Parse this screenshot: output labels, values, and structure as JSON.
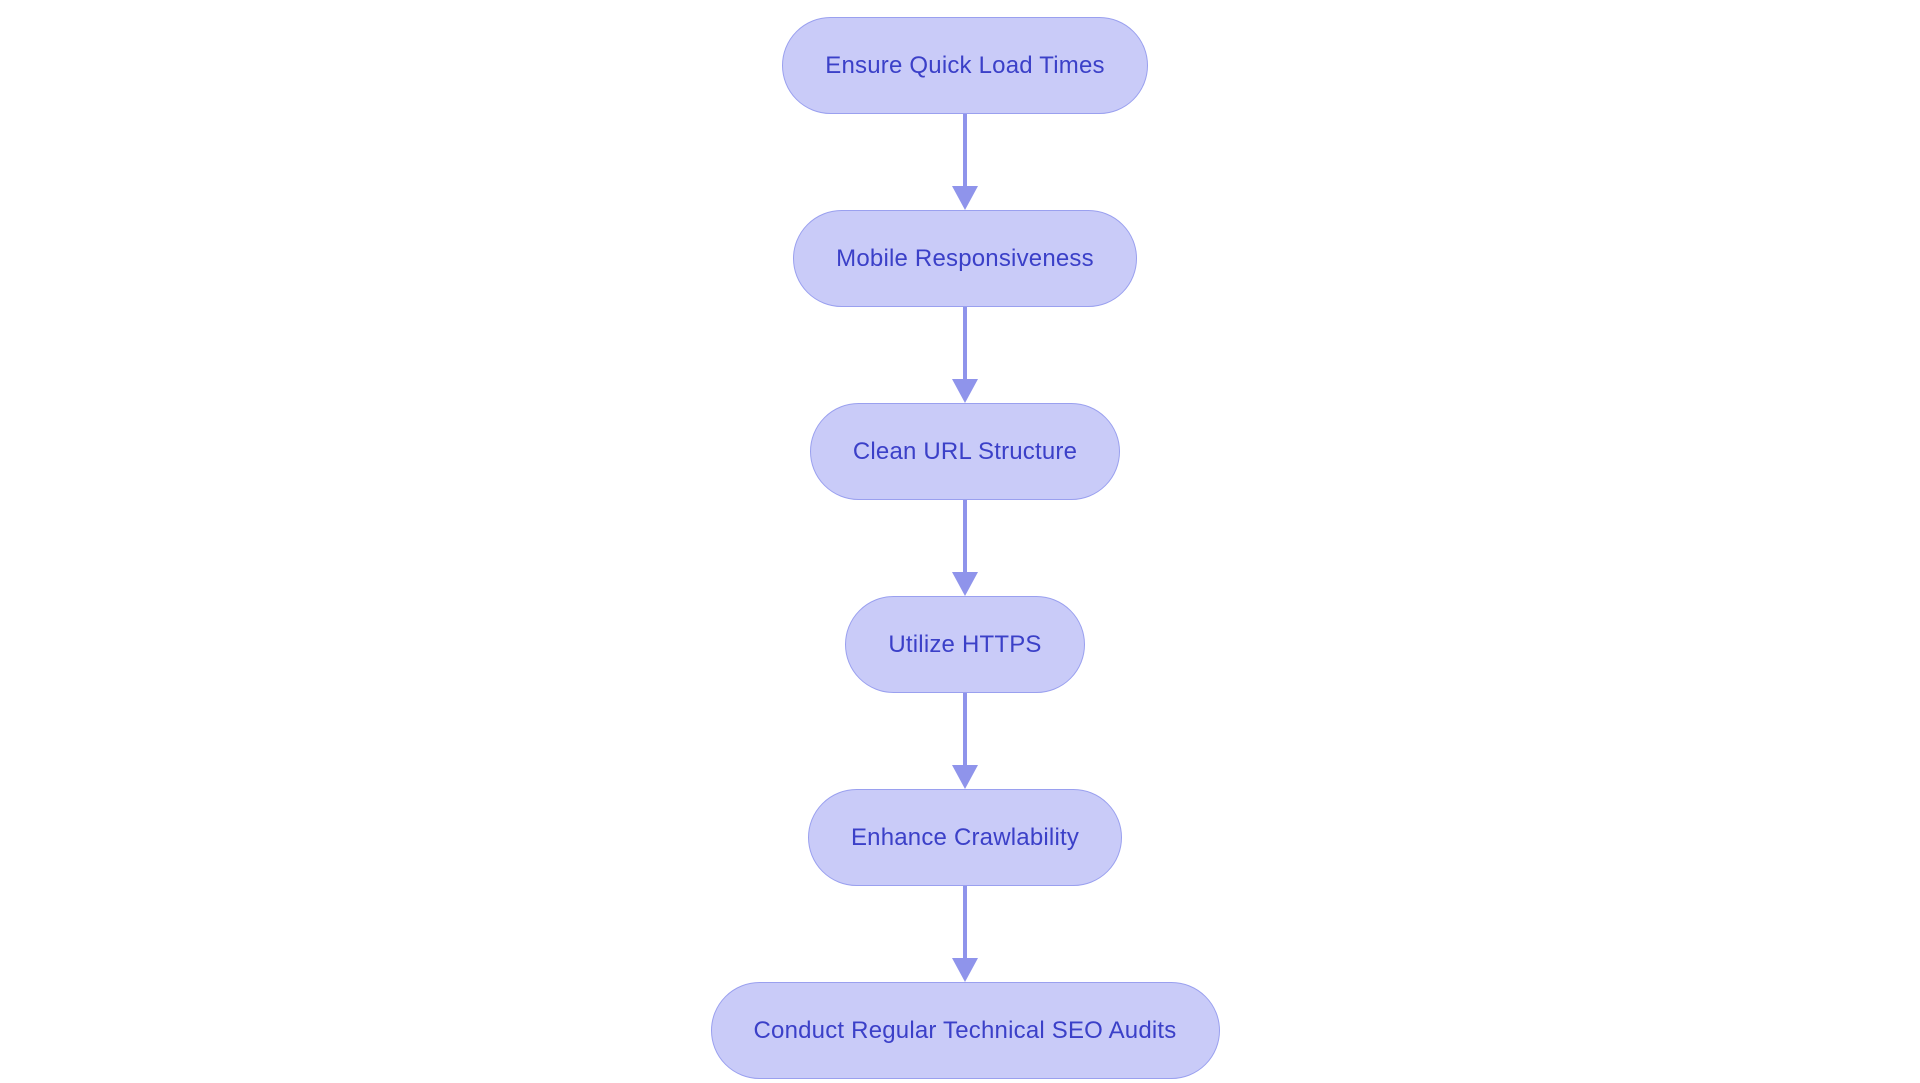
{
  "diagram": {
    "type": "flowchart",
    "direction": "top-down",
    "nodes": [
      {
        "id": "n1",
        "label": "Ensure Quick Load Times"
      },
      {
        "id": "n2",
        "label": "Mobile Responsiveness"
      },
      {
        "id": "n3",
        "label": "Clean URL Structure"
      },
      {
        "id": "n4",
        "label": "Utilize HTTPS"
      },
      {
        "id": "n5",
        "label": "Enhance Crawlability"
      },
      {
        "id": "n6",
        "label": "Conduct Regular Technical SEO Audits"
      }
    ],
    "edges": [
      {
        "from": "n1",
        "to": "n2"
      },
      {
        "from": "n2",
        "to": "n3"
      },
      {
        "from": "n3",
        "to": "n4"
      },
      {
        "from": "n4",
        "to": "n5"
      },
      {
        "from": "n5",
        "to": "n6"
      }
    ]
  },
  "theme": {
    "bg": "#ffffff",
    "node-fill": "#c9cbf8",
    "node-border": "#9aa0ef",
    "node-text": "#3b40c8",
    "arrow": "#8f94eb"
  }
}
